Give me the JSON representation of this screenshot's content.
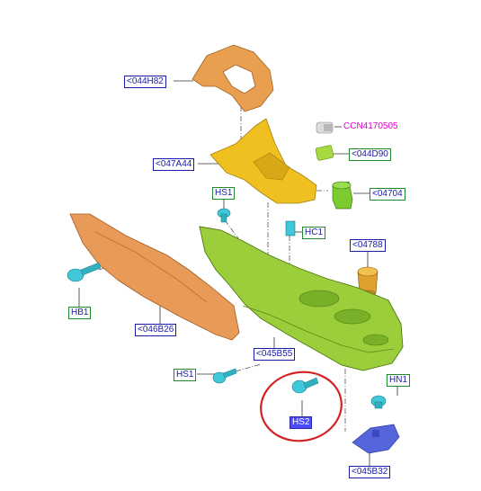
{
  "labels": {
    "l044H82": "<044H82",
    "ccn": "CCN4170505",
    "l044D90": "<044D90",
    "l047A44": "<047A44",
    "hs1_top": "HS1",
    "l04704": "<04704",
    "hc1": "HC1",
    "l04788": "<04788",
    "hb1": "HB1",
    "l046B26": "<046B26",
    "l045B55": "<045B55",
    "hs1_bottom": "HS1",
    "hn1": "HN1",
    "hs2": "HS2",
    "l045B32": "<045B32"
  },
  "colors": {
    "orange_part": "#e8a050",
    "yellow_part": "#f0c020",
    "green_part": "#9acd32",
    "fastener": "#40c8d8",
    "bracket": "#5566dd",
    "highlight_circle": "#d42020",
    "label_blue": "#1a1aa8",
    "label_green": "#1e8a2a",
    "magenta": "#e000d0"
  }
}
